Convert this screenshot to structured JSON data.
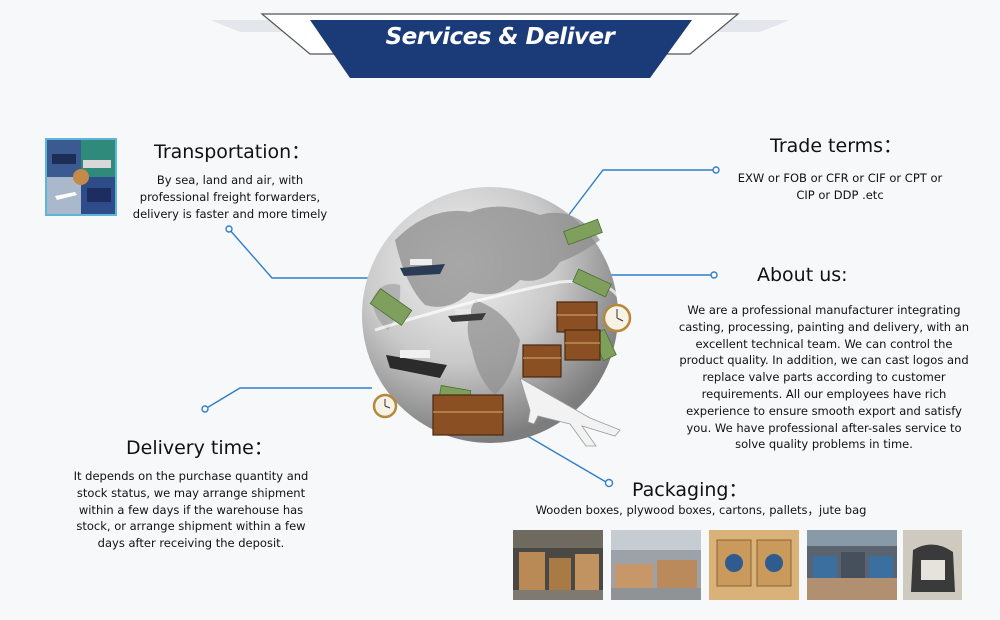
{
  "banner": {
    "title": "Services & Deliver"
  },
  "sections": {
    "transportation": {
      "title": "Transportation：",
      "text": "By sea, land and air, with professional freight forwarders, delivery is faster and more timely"
    },
    "trade_terms": {
      "title": "Trade terms：",
      "text": "EXW or FOB or CFR or CIF or CPT or CIP or DDP .etc"
    },
    "about_us": {
      "title": "About us:",
      "text": "We are a professional manufacturer integrating casting, processing, painting and delivery, with an excellent technical team. We can control the product quality. In addition, we can cast logos and replace valve parts according to customer requirements. All our employees have rich experience to ensure smooth export and satisfy you. We have professional after-sales service to solve quality problems in time."
    },
    "delivery_time": {
      "title": "Delivery time：",
      "text": "It depends on the purchase quantity and stock status, we may arrange shipment within a few days if the warehouse has stock, or arrange shipment within a few days after receiving the deposit."
    },
    "packaging": {
      "title": "Packaging：",
      "text": "Wooden boxes, plywood boxes, cartons, pallets，jute bag"
    }
  },
  "colors": {
    "banner_navy": "#1a3a78",
    "connector_blue": "#2f7fc8",
    "background": "#f7f8fa"
  },
  "icons": {
    "transport_collage": "transport-collage-image",
    "globe": "globe-logistics-image",
    "packaging_photos": [
      "warehouse-crates-photo",
      "wooden-crates-photo",
      "packed-valves-photo",
      "pallets-photo",
      "jute-bag-photo"
    ]
  }
}
